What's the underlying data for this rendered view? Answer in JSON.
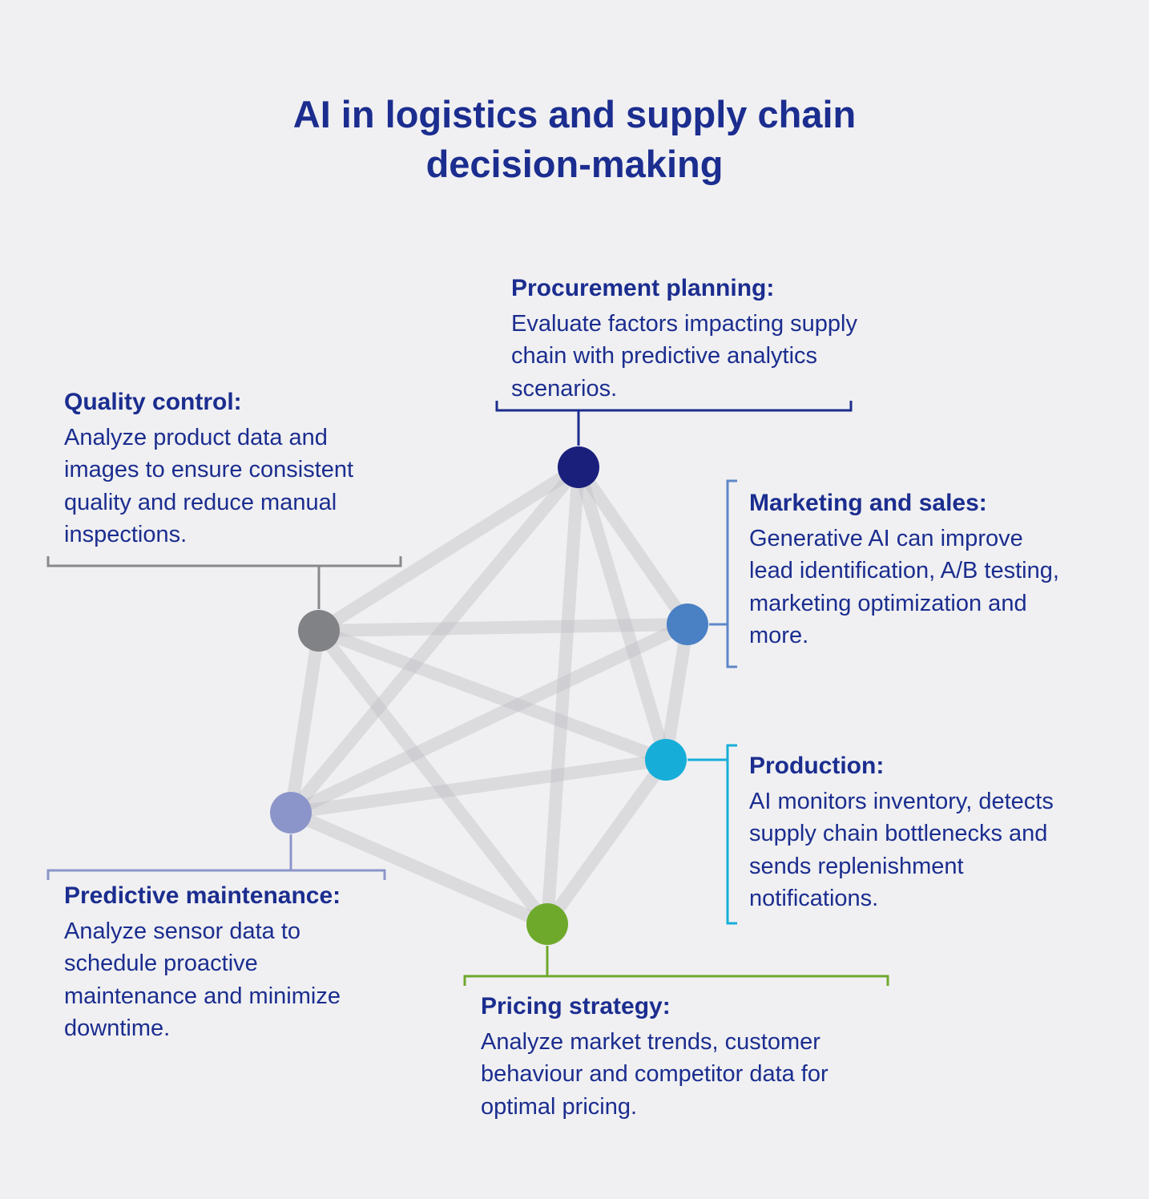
{
  "title": "AI in logistics and supply chain decision-making",
  "colors": {
    "background": "#f0f0f2",
    "text_navy": "#1b2d8f",
    "edge_gray": "#c2c2c6"
  },
  "sections": [
    {
      "id": "procurement-planning",
      "heading": "Procurement planning:",
      "body": "Evaluate factors impacting supply chain with predictive analytics scenarios.",
      "node_color": "#1a1f7c",
      "bracket_color": "#1b2d8f"
    },
    {
      "id": "quality-control",
      "heading": "Quality control:",
      "body": "Analyze product data and images to ensure consistent quality and reduce manual inspections.",
      "node_color": "#808285",
      "bracket_color": "#87888b"
    },
    {
      "id": "marketing-and-sales",
      "heading": "Marketing and sales:",
      "body": "Generative AI can improve lead identification, A/B testing, marketing optimization and more.",
      "node_color": "#4a80c4",
      "bracket_color": "#5f87c9"
    },
    {
      "id": "production",
      "heading": "Production:",
      "body": "AI monitors inventory, detects supply chain bottlenecks and sends replenishment notifications.",
      "node_color": "#16aed8",
      "bracket_color": "#16aed8"
    },
    {
      "id": "predictive-maintenance",
      "heading": "Predictive maintenance:",
      "body": "Analyze sensor data to schedule proactive maintenance and minimize downtime.",
      "node_color": "#8c95ca",
      "bracket_color": "#8c95ca"
    },
    {
      "id": "pricing-strategy",
      "heading": "Pricing strategy:",
      "body": "Analyze market trends, customer behaviour and competitor data for optimal pricing.",
      "node_color": "#6fa92c",
      "bracket_color": "#6fa92c"
    }
  ]
}
